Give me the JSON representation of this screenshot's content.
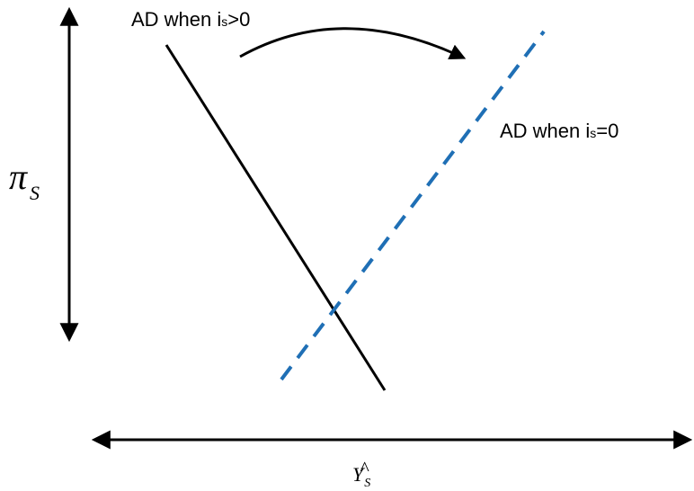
{
  "labels": {
    "ad_positive": {
      "prefix": "AD when i",
      "subscript": "s",
      "suffix": ">0"
    },
    "ad_zero": {
      "prefix": "AD when i",
      "subscript": "s",
      "suffix": "=0"
    },
    "y_axis": {
      "symbol": "π",
      "subscript": "S"
    },
    "x_axis": {
      "symbol": "Y",
      "hat": "^",
      "subscript": "S"
    }
  },
  "colors": {
    "ad_positive_line": "#000000",
    "ad_zero_line": "#1f6fb5",
    "axes": "#000000",
    "shift_arrow": "#000000"
  },
  "line_styles": {
    "ad_positive": "solid",
    "ad_zero": "dashed"
  }
}
